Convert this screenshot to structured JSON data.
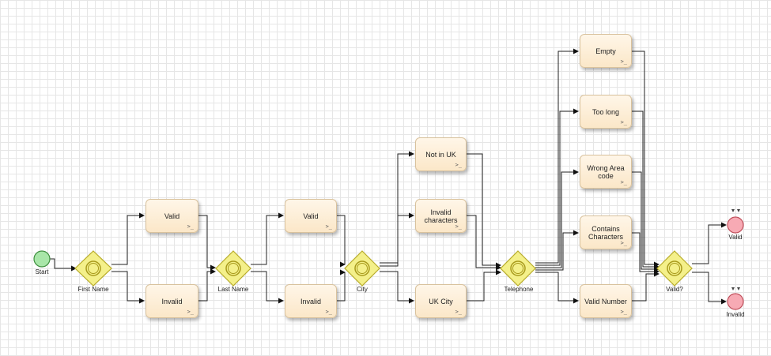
{
  "events": {
    "start": "Start",
    "end_valid": "Valid",
    "end_invalid": "Invalid"
  },
  "gateways": {
    "first_name": "First Name",
    "last_name": "Last Name",
    "city": "City",
    "telephone": "Telephone",
    "valid": "Valid?"
  },
  "tasks": {
    "fn_valid": "Valid",
    "fn_invalid": "Invalid",
    "ln_valid": "Valid",
    "ln_invalid": "Invalid",
    "city_not_uk": "Not in UK",
    "city_invalid_chars": "Invalid characters",
    "city_uk": "UK City",
    "tel_empty": "Empty",
    "tel_too_long": "Too long",
    "tel_wrong_area": "Wrong Area code",
    "tel_contains_chars": "Contains Characters",
    "tel_valid_number": "Valid Number"
  },
  "colors": {
    "task_fill": "#fdeed8",
    "gateway_fill": "#f4f08a",
    "start_fill": "#a8e6a8",
    "end_fill": "#f7aab4"
  }
}
